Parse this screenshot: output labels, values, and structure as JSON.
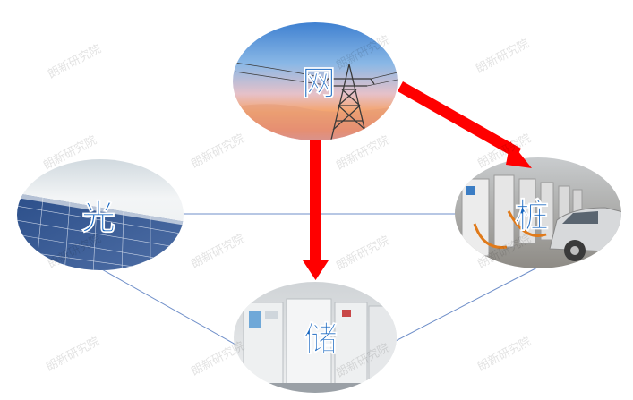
{
  "watermark": "朗新研究院",
  "nodes": {
    "grid": {
      "label": "网",
      "image": "power-transmission-tower-at-sunset"
    },
    "solar": {
      "label": "光",
      "image": "solar-panel-array"
    },
    "storage": {
      "label": "储",
      "image": "battery-storage-cabinets"
    },
    "charger": {
      "label": "桩",
      "image": "ev-charging-stations"
    }
  },
  "edges": [
    {
      "from": "grid",
      "to": "storage",
      "style": "red-arrow"
    },
    {
      "from": "grid",
      "to": "charger",
      "style": "red-arrow"
    },
    {
      "from": "solar",
      "to": "charger",
      "style": "thin-line"
    },
    {
      "from": "solar",
      "to": "storage",
      "style": "thin-line"
    },
    {
      "from": "storage",
      "to": "charger",
      "style": "thin-line"
    }
  ],
  "colors": {
    "label": "#1565c0",
    "arrow": "#ff0000",
    "line": "#6f8fc9"
  }
}
